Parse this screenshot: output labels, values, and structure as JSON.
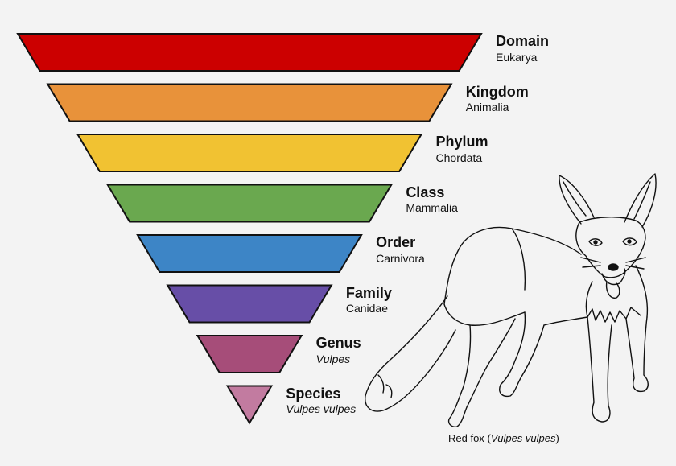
{
  "levels": [
    {
      "rank": "Domain",
      "value": "Eukarya",
      "color": "#cc0000",
      "italic": false
    },
    {
      "rank": "Kingdom",
      "value": "Animalia",
      "color": "#e8923a",
      "italic": false
    },
    {
      "rank": "Phylum",
      "value": "Chordata",
      "color": "#f1c232",
      "italic": false
    },
    {
      "rank": "Class",
      "value": "Mammalia",
      "color": "#6aa84f",
      "italic": false
    },
    {
      "rank": "Order",
      "value": "Carnivora",
      "color": "#3d85c6",
      "italic": false
    },
    {
      "rank": "Family",
      "value": "Canidae",
      "color": "#674ea7",
      "italic": false
    },
    {
      "rank": "Genus",
      "value": "Vulpes",
      "color": "#a64d79",
      "italic": true
    },
    {
      "rank": "Species",
      "value": "Vulpes vulpes",
      "color": "#c27ba0",
      "italic": true
    }
  ],
  "caption": {
    "common_name": "Red fox",
    "open_paren": "(",
    "scientific_name": "Vulpes vulpes",
    "close_paren": ")"
  },
  "illustration": {
    "icon": "red-fox-line-drawing"
  }
}
